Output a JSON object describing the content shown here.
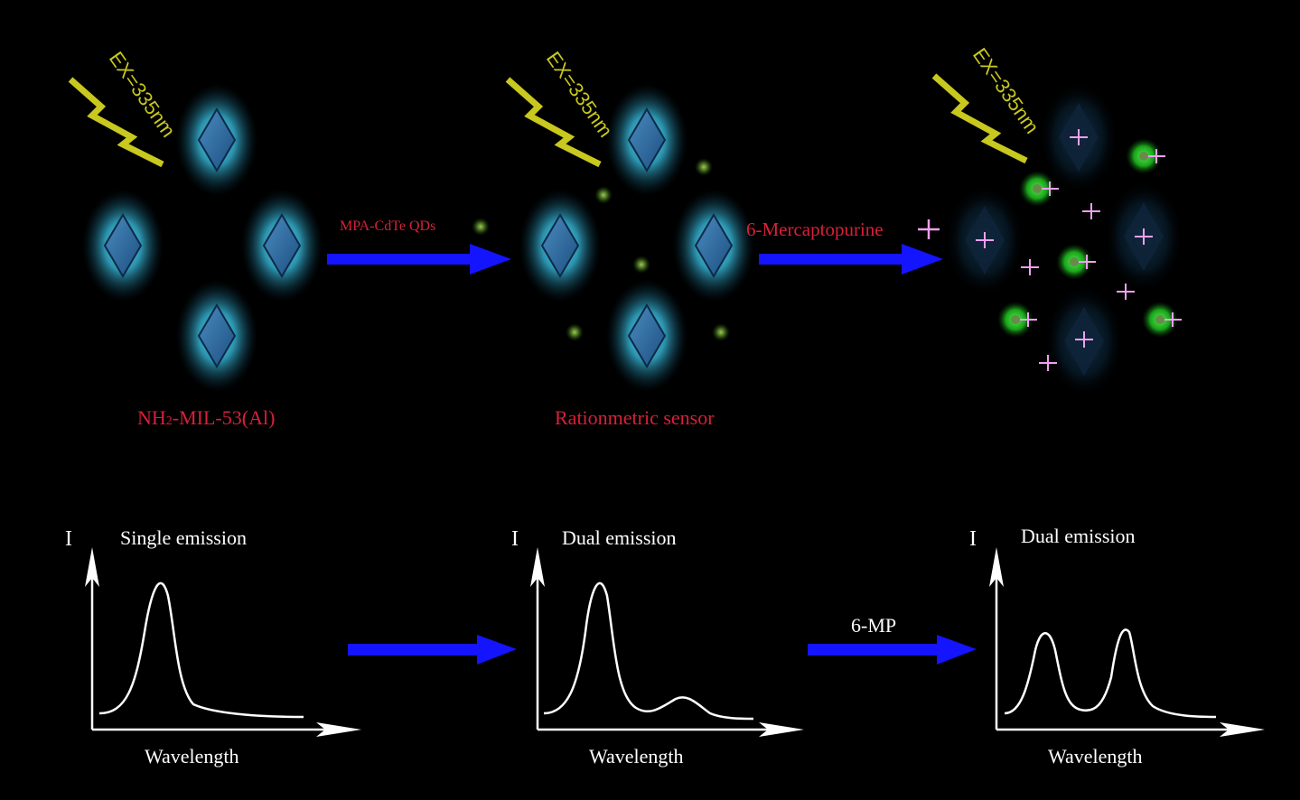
{
  "excitation_label": "EX=335nm",
  "stages": [
    {
      "label_main": "NH",
      "label_sub": "2",
      "label_rest": "-MIL-53(Al)"
    },
    {
      "label": "Rationmetric sensor"
    },
    {
      "label": ""
    }
  ],
  "arrows_top": [
    {
      "label": "MPA-CdTe QDs"
    },
    {
      "label": "6-Mercaptopurine"
    }
  ],
  "spectra": [
    {
      "title": "Single emission",
      "ylabel": "I",
      "xlabel": "Wavelength"
    },
    {
      "title": "Dual emission",
      "ylabel": "I",
      "xlabel": "Wavelength"
    },
    {
      "title": "Dual emission",
      "ylabel": "I",
      "xlabel": "Wavelength"
    }
  ],
  "arrows_bottom": [
    {
      "label": ""
    },
    {
      "label": "6-MP"
    }
  ],
  "colors": {
    "background": "#000000",
    "label_red": "#d8203a",
    "arrow_blue": "#1414ff",
    "crystal_glow": "#39c7e6",
    "qd_green": "#3ee03e",
    "bolt_yellow": "#c8c81e",
    "plus_pink": "#f0a0f0"
  }
}
